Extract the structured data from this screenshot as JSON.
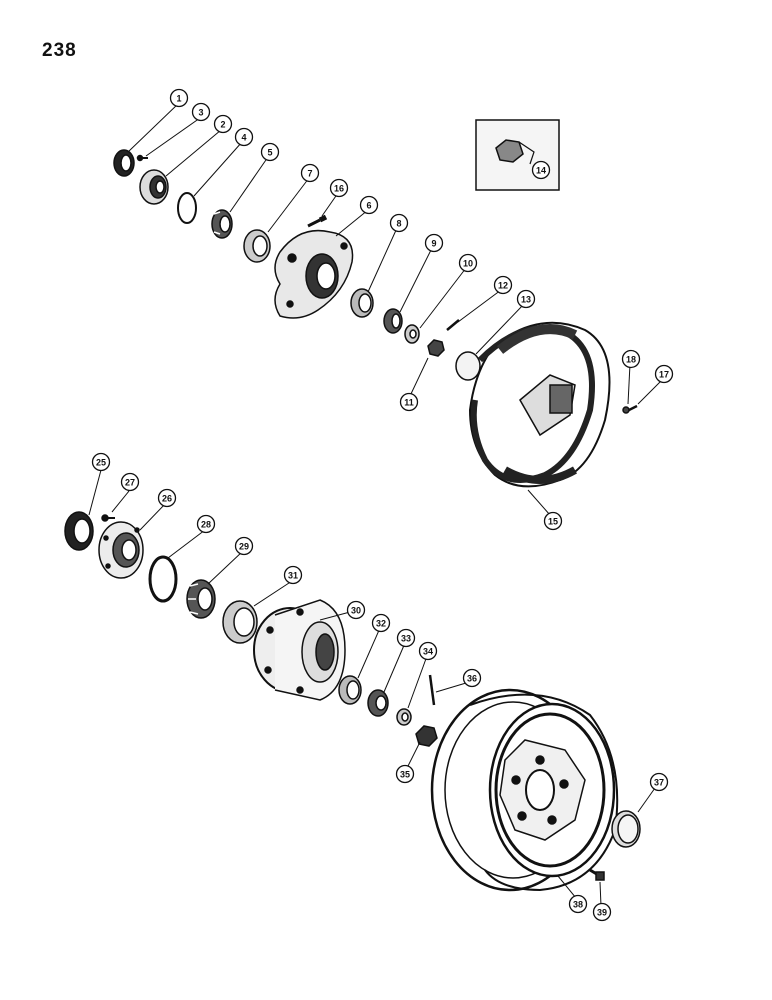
{
  "page": {
    "number": "238"
  },
  "callouts": [
    {
      "id": "c1",
      "label": "1"
    },
    {
      "id": "c3",
      "label": "3"
    },
    {
      "id": "c2",
      "label": "2"
    },
    {
      "id": "c4",
      "label": "4"
    },
    {
      "id": "c5",
      "label": "5"
    },
    {
      "id": "c7",
      "label": "7"
    },
    {
      "id": "c16",
      "label": "16"
    },
    {
      "id": "c6",
      "label": "6"
    },
    {
      "id": "c8",
      "label": "8"
    },
    {
      "id": "c9",
      "label": "9"
    },
    {
      "id": "c10",
      "label": "10"
    },
    {
      "id": "c12",
      "label": "12"
    },
    {
      "id": "c13",
      "label": "13"
    },
    {
      "id": "c11",
      "label": "11"
    },
    {
      "id": "c14",
      "label": "14"
    },
    {
      "id": "c18",
      "label": "18"
    },
    {
      "id": "c17",
      "label": "17"
    },
    {
      "id": "c15",
      "label": "15"
    },
    {
      "id": "c25",
      "label": "25"
    },
    {
      "id": "c27",
      "label": "27"
    },
    {
      "id": "c26",
      "label": "26"
    },
    {
      "id": "c28",
      "label": "28"
    },
    {
      "id": "c29",
      "label": "29"
    },
    {
      "id": "c31",
      "label": "31"
    },
    {
      "id": "c30",
      "label": "30"
    },
    {
      "id": "c32",
      "label": "32"
    },
    {
      "id": "c33",
      "label": "33"
    },
    {
      "id": "c34",
      "label": "34"
    },
    {
      "id": "c36",
      "label": "36"
    },
    {
      "id": "c35",
      "label": "35"
    },
    {
      "id": "c37",
      "label": "37"
    },
    {
      "id": "c38",
      "label": "38"
    },
    {
      "id": "c39",
      "label": "39"
    }
  ]
}
